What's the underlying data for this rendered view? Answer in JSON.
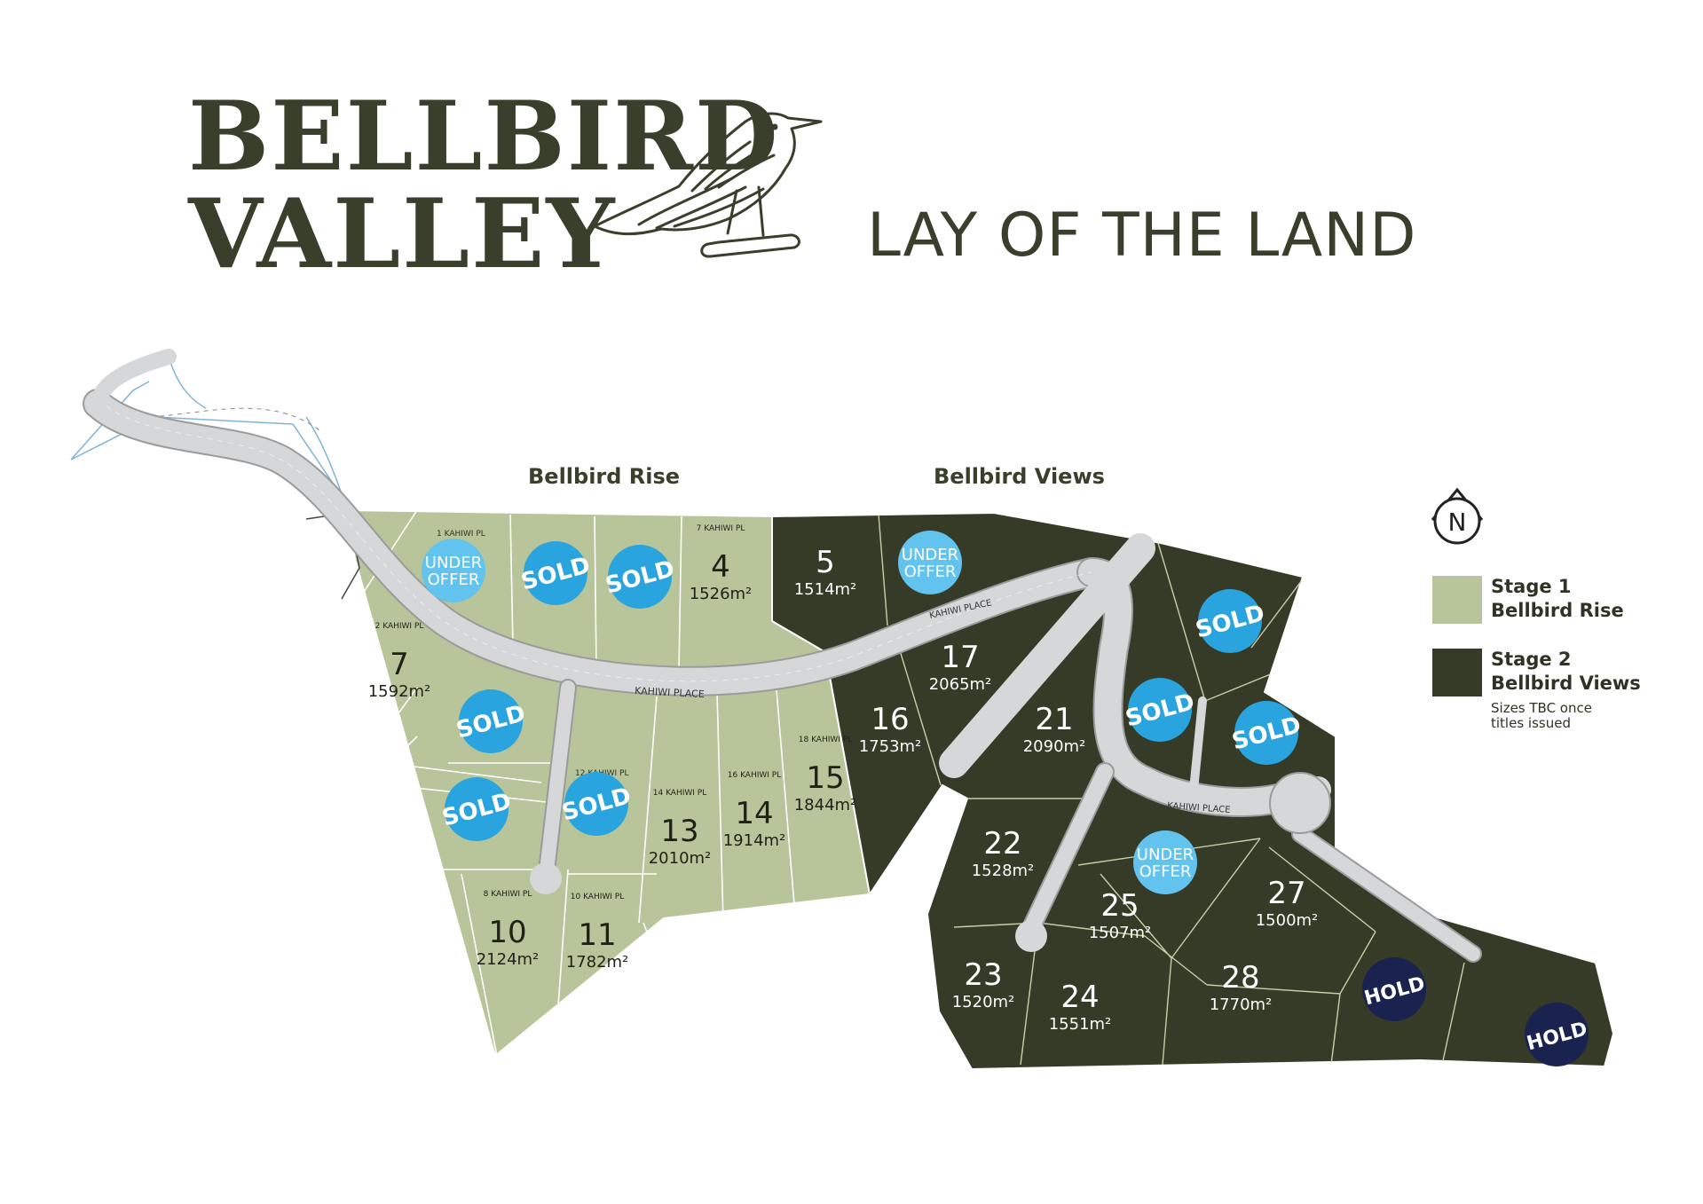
{
  "header": {
    "logo_line1": "BELLBIRD",
    "logo_line2": "VALLEY",
    "tagline": "LAY OF THE LAND",
    "logo_icon": "bellbird-icon"
  },
  "areas": {
    "rise": "Bellbird Rise",
    "views": "Bellbird Views"
  },
  "compass": {
    "label": "N",
    "icon": "north-arrow-icon"
  },
  "legend": {
    "stage1_line1": "Stage 1",
    "stage1_line2": "Bellbird Rise",
    "stage2_line1": "Stage 2",
    "stage2_line2": "Bellbird Views",
    "note_line1": "Sizes TBC once",
    "note_line2": "titles issued"
  },
  "colors": {
    "stage1": "#b8c49a",
    "stage2": "#353b26",
    "road": "#d6d7d8",
    "sold_badge": "#2aa4de",
    "under_offer_badge": "#62c3ee",
    "hold_badge": "#1a2350",
    "text_dark": "#3a3f2b"
  },
  "roads": [
    {
      "label": "KAHIWI PLACE"
    },
    {
      "label": "KAHIWI PLACE"
    },
    {
      "label": "KAHIWI PLACE"
    }
  ],
  "lots": [
    {
      "num": "4",
      "area": "1526m²",
      "addr": "7 KAHIWI PL",
      "stage": 1
    },
    {
      "num": "7",
      "area": "1592m²",
      "addr": "2 KAHIWI PL",
      "stage": 1
    },
    {
      "num": "10",
      "area": "2124m²",
      "addr": "8 KAHIWI PL",
      "stage": 1
    },
    {
      "num": "11",
      "area": "1782m²",
      "addr": "10 KAHIWI PL",
      "stage": 1
    },
    {
      "num": "13",
      "area": "2010m²",
      "addr": "14 KAHIWI PL",
      "stage": 1
    },
    {
      "num": "14",
      "area": "1914m²",
      "addr": "16 KAHIWI PL",
      "stage": 1
    },
    {
      "num": "15",
      "area": "1844m²",
      "addr": "18 KAHIWI PL",
      "stage": 1
    },
    {
      "num": "5",
      "area": "1514m²",
      "addr": "",
      "stage": 2
    },
    {
      "num": "16",
      "area": "1753m²",
      "addr": "",
      "stage": 2
    },
    {
      "num": "17",
      "area": "2065m²",
      "addr": "",
      "stage": 2
    },
    {
      "num": "21",
      "area": "2090m²",
      "addr": "",
      "stage": 2
    },
    {
      "num": "22",
      "area": "1528m²",
      "addr": "",
      "stage": 2
    },
    {
      "num": "23",
      "area": "1520m²",
      "addr": "",
      "stage": 2
    },
    {
      "num": "24",
      "area": "1551m²",
      "addr": "",
      "stage": 2
    },
    {
      "num": "25",
      "area": "1507m²",
      "addr": "",
      "stage": 2
    },
    {
      "num": "27",
      "area": "1500m²",
      "addr": "",
      "stage": 2
    },
    {
      "num": "28",
      "area": "1770m²",
      "addr": "",
      "stage": 2
    }
  ],
  "partial_addresses": [
    "1 KAHIWI PL",
    "12 KAHIWI PL"
  ],
  "badges": [
    {
      "line1": "UNDER",
      "line2": "OFFER",
      "kind": "under"
    },
    {
      "line1": "SOLD",
      "line2": "",
      "kind": "sold"
    },
    {
      "line1": "SOLD",
      "line2": "",
      "kind": "sold"
    },
    {
      "line1": "UNDER",
      "line2": "OFFER",
      "kind": "under"
    },
    {
      "line1": "SOLD",
      "line2": "",
      "kind": "sold"
    },
    {
      "line1": "SOLD",
      "line2": "",
      "kind": "sold"
    },
    {
      "line1": "SOLD",
      "line2": "",
      "kind": "sold"
    },
    {
      "line1": "SOLD",
      "line2": "",
      "kind": "sold"
    },
    {
      "line1": "SOLD",
      "line2": "",
      "kind": "sold"
    },
    {
      "line1": "SOLD",
      "line2": "",
      "kind": "sold"
    },
    {
      "line1": "UNDER",
      "line2": "OFFER",
      "kind": "under"
    },
    {
      "line1": "HOLD",
      "line2": "",
      "kind": "hold"
    },
    {
      "line1": "HOLD",
      "line2": "",
      "kind": "hold"
    }
  ]
}
